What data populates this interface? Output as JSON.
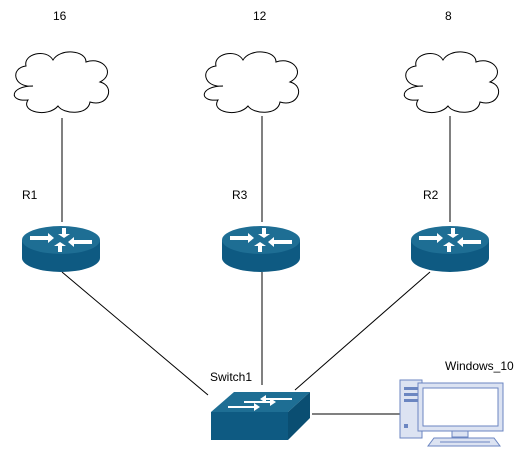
{
  "clouds": [
    {
      "id": "cloud-16",
      "label": "16"
    },
    {
      "id": "cloud-12",
      "label": "12"
    },
    {
      "id": "cloud-8",
      "label": "8"
    }
  ],
  "routers": [
    {
      "id": "r1",
      "label": "R1"
    },
    {
      "id": "r3",
      "label": "R3"
    },
    {
      "id": "r2",
      "label": "R2"
    }
  ],
  "switch": {
    "label": "Switch1"
  },
  "pc": {
    "label": "Windows_10"
  },
  "colors": {
    "device_top": "#1E6E94",
    "device_side": "#0E5A82",
    "device_arrow": "#ffffff",
    "pc_body": "#DCE3F2",
    "pc_border": "#6B86C1",
    "pc_screen": "#ffffff",
    "line": "#000000",
    "cloud_stroke": "#000000"
  },
  "icons": {
    "cloud": "cloud-icon",
    "router": "router-icon",
    "switch": "switch-icon",
    "pc": "desktop-computer-icon"
  }
}
